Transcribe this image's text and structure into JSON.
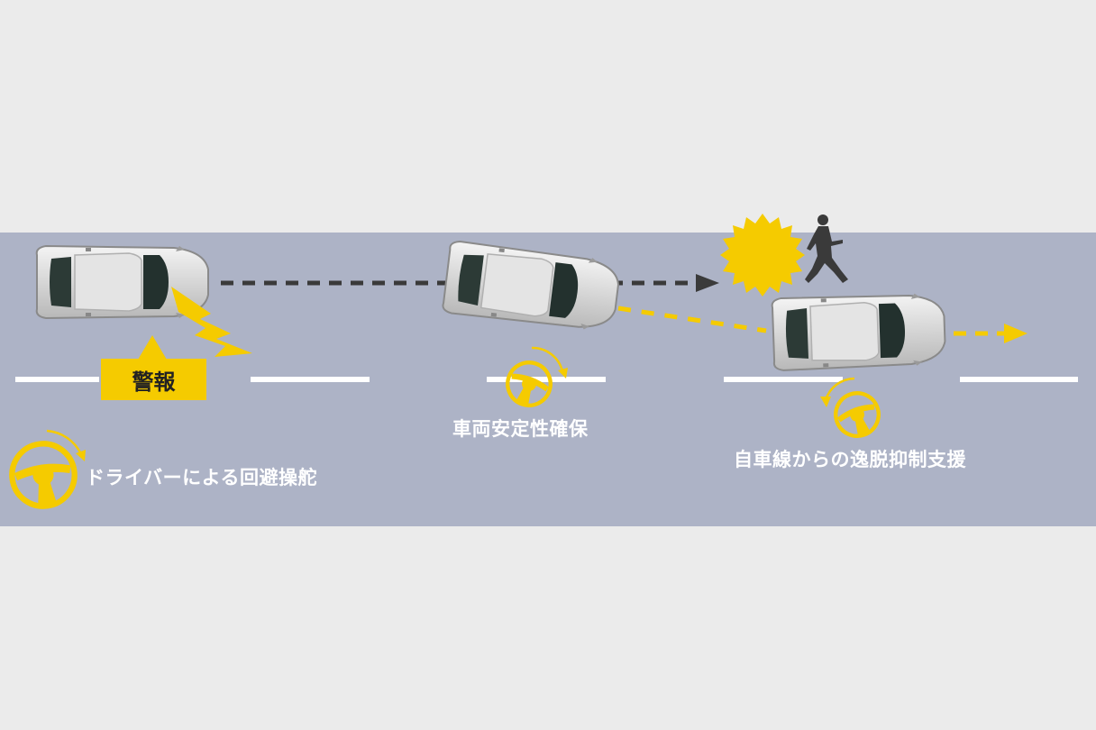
{
  "colors": {
    "background": "#ebebeb",
    "road": "#adb3c6",
    "lane_line": "#ffffff",
    "accent_yellow": "#f5cb00",
    "arrow_dark": "#3a3a3a",
    "label_text": "#ffffff"
  },
  "warning": {
    "label": "警報"
  },
  "steps": {
    "driver_steer": {
      "label": "ドライバーによる回避操舵",
      "icon": "steering-wheel-icon"
    },
    "stability": {
      "label": "車両安定性確保",
      "icon": "steering-wheel-icon"
    },
    "lane_keep": {
      "label": "自車線からの逸脱抑制支援",
      "icon": "steering-wheel-icon"
    }
  },
  "hazard": {
    "icon": "pedestrian-icon",
    "impact_icon": "starburst-icon"
  }
}
